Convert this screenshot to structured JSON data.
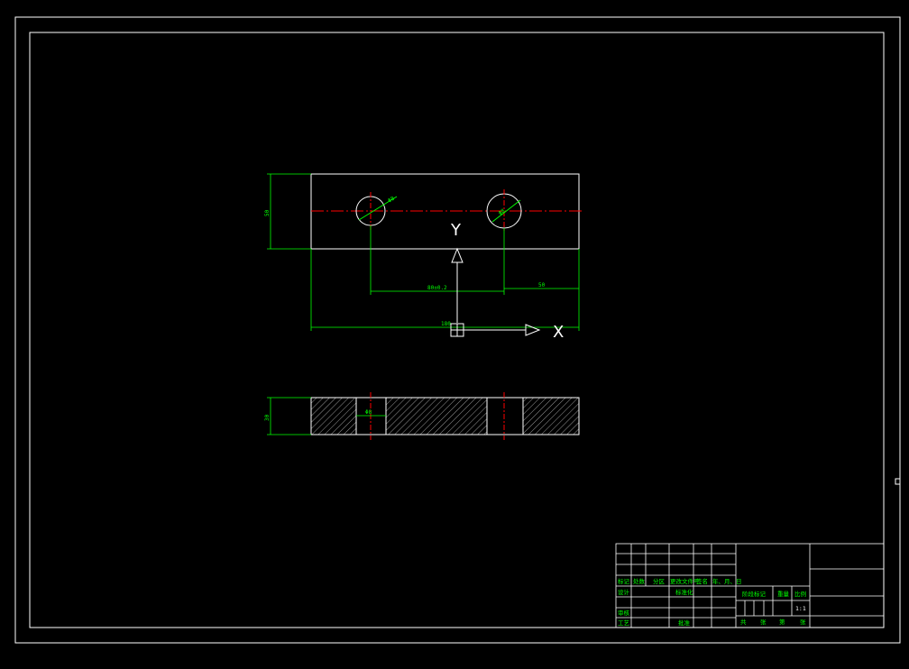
{
  "colors": {
    "background": "#000000",
    "outline": "#ffffff",
    "dimension": "#00ff00",
    "centerline": "#ff0000"
  },
  "dimensions": {
    "top_height": "50",
    "hole_dia_left": "Φ8",
    "hole_dia_right": "Φ8",
    "hole_spacing": "80±0.2",
    "edge_offset": "50",
    "overall_length": "180",
    "side_thickness": "30",
    "hole_width": "Φ8"
  },
  "axes": {
    "x_label": "X",
    "y_label": "Y"
  },
  "title_block": {
    "row_headers": [
      "标记",
      "处数",
      "分区",
      "更改文件号",
      "签名",
      "年、月、日"
    ],
    "design": "设计",
    "standardization": "标准化",
    "review": "审核",
    "process": "工艺",
    "approve": "批准",
    "stage_mark": "阶段标记",
    "weight": "重量",
    "scale": "比例",
    "scale_value": "1:1",
    "sheets_total": "共",
    "sheets_unit": "张",
    "sheet_no": "第",
    "sheet_unit": "张"
  }
}
